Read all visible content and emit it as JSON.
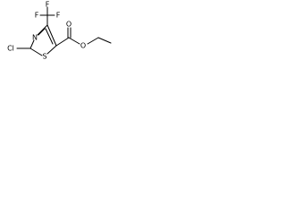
{
  "structure": {
    "atoms": {
      "fluorine_1": "F",
      "fluorine_2": "F",
      "fluorine_3": "F",
      "ring_nitrogen": "N",
      "ring_sulfur": "S",
      "chlorine": "Cl",
      "carbonyl_oxygen": "O",
      "ester_oxygen": "O"
    }
  }
}
